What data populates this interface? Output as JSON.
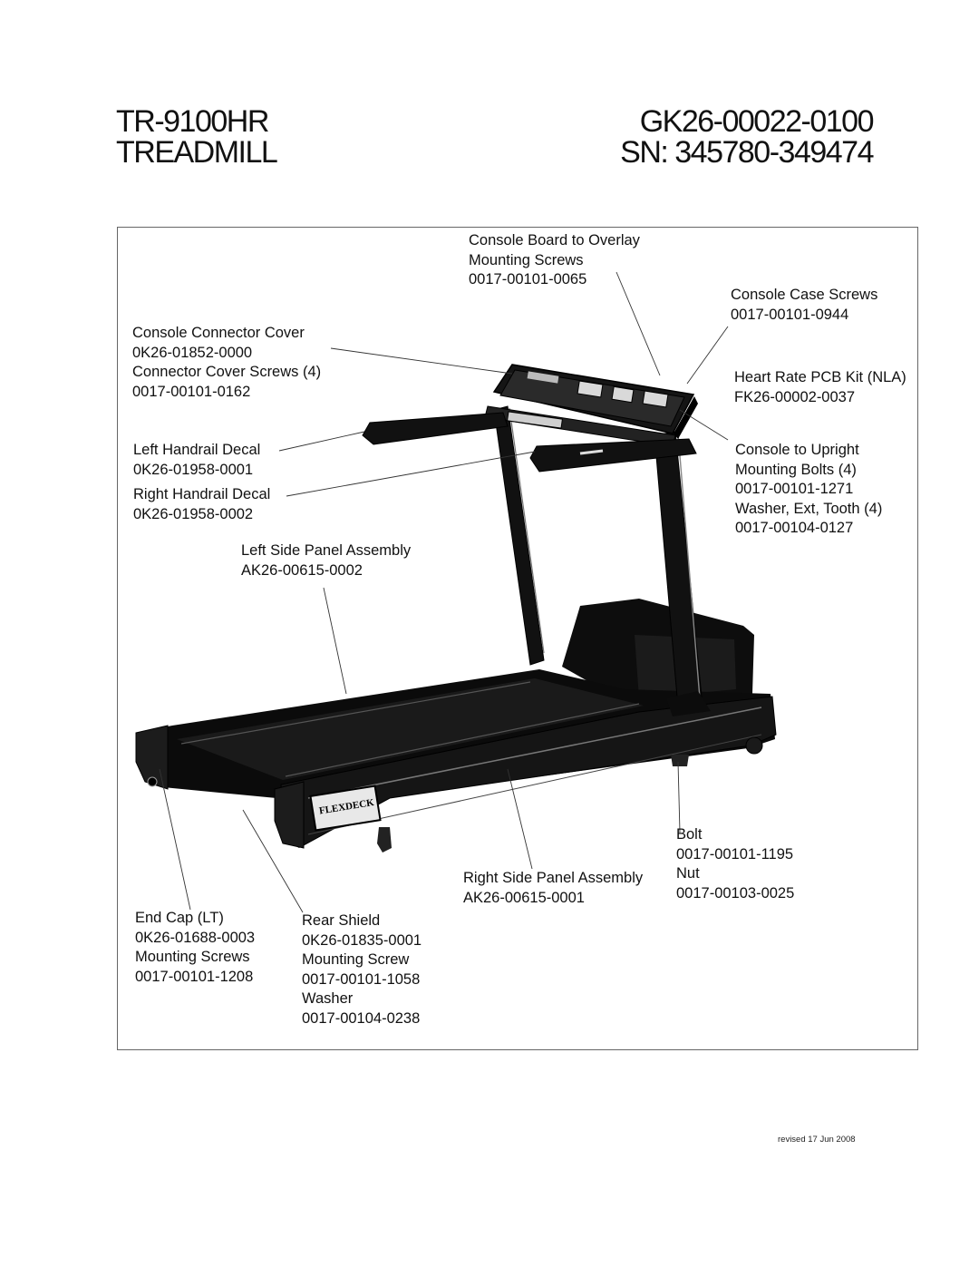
{
  "header": {
    "model": "TR-9100HR",
    "product": "TREADMILL",
    "part_number": "GK26-00022-0100",
    "serial_range": "SN: 345780-349474"
  },
  "callouts": {
    "console_overlay": [
      "Console Board to Overlay",
      "Mounting Screws",
      "0017-00101-0065"
    ],
    "console_case": [
      "Console Case Screws",
      "0017-00101-0944"
    ],
    "connector_cover": [
      "Console Connector Cover",
      "0K26-01852-0000",
      "Connector Cover Screws (4)",
      "0017-00101-0162"
    ],
    "heart_rate": [
      "Heart Rate PCB Kit (NLA)",
      "FK26-00002-0037"
    ],
    "left_decal": [
      "Left Handrail Decal",
      "0K26-01958-0001"
    ],
    "right_decal": [
      "Right Handrail Decal",
      "0K26-01958-0002"
    ],
    "console_upright": [
      "Console to Upright",
      "Mounting Bolts (4)",
      "0017-00101-1271",
      "Washer, Ext, Tooth (4)",
      "0017-00104-0127"
    ],
    "left_panel": [
      "Left Side Panel Assembly",
      "AK26-00615-0002"
    ],
    "bolt_nut": [
      "Bolt",
      "0017-00101-1195",
      "Nut",
      "0017-00103-0025"
    ],
    "right_panel": [
      "Right Side Panel Assembly",
      "AK26-00615-0001"
    ],
    "end_cap": [
      "End Cap (LT)",
      "0K26-01688-0003",
      "Mounting Screws",
      "0017-00101-1208"
    ],
    "rear_shield": [
      "Rear Shield",
      "0K26-01835-0001",
      "Mounting Screw",
      "0017-00101-1058",
      "Washer",
      "0017-00104-0238"
    ]
  },
  "illustration": {
    "logo_text": "FLEXDECK"
  },
  "footer": {
    "revised": "revised 17 Jun 2008"
  }
}
